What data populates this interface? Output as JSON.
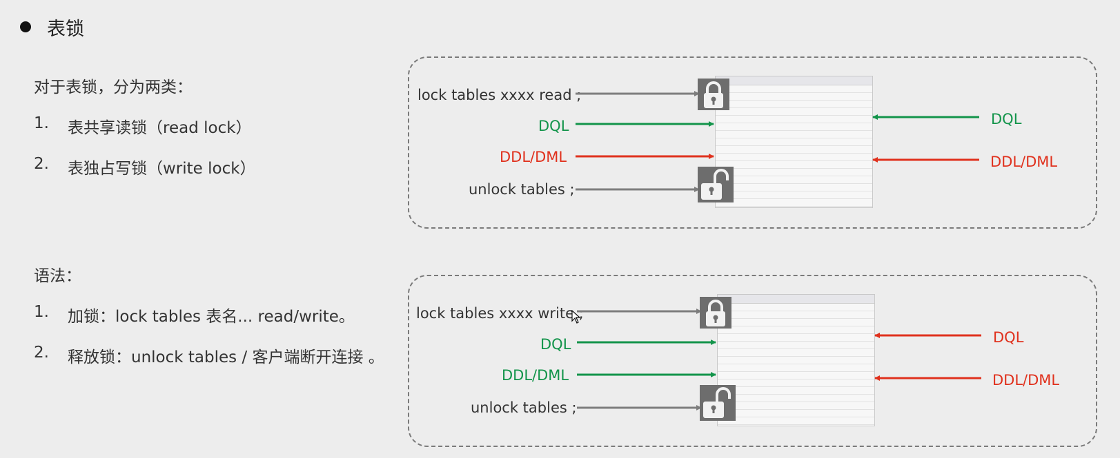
{
  "heading": "表锁",
  "intro": "对于表锁，分为两类：",
  "types": [
    {
      "num": "1.",
      "text": "表共享读锁（read lock）"
    },
    {
      "num": "2.",
      "text": "表独占写锁（write lock）"
    }
  ],
  "syntax_title": "语法：",
  "syntax": [
    {
      "num": "1.",
      "text": "加锁：lock tables  表名...  read/write。"
    },
    {
      "num": "2.",
      "text": "释放锁：unlock  tables / 客户端断开连接 。"
    }
  ],
  "read_panel": {
    "lock_cmd": "lock tables xxxx read ;",
    "left_dql": "DQL",
    "left_ddl": "DDL/DML",
    "unlock_cmd": "unlock tables ;",
    "right_dql": "DQL",
    "right_ddl": "DDL/DML"
  },
  "write_panel": {
    "lock_cmd": "lock tables xxxx write ;",
    "left_dql": "DQL",
    "left_ddl": "DDL/DML",
    "unlock_cmd": "unlock tables ;",
    "right_dql": "DQL",
    "right_ddl": "DDL/DML"
  },
  "colors": {
    "green": "#12944a",
    "red": "#e0311d",
    "gray": "#7d7d7d",
    "lock": "#6d6d6d"
  },
  "icons": [
    "lock-closed-icon",
    "lock-open-icon",
    "mouse-cursor-icon"
  ]
}
